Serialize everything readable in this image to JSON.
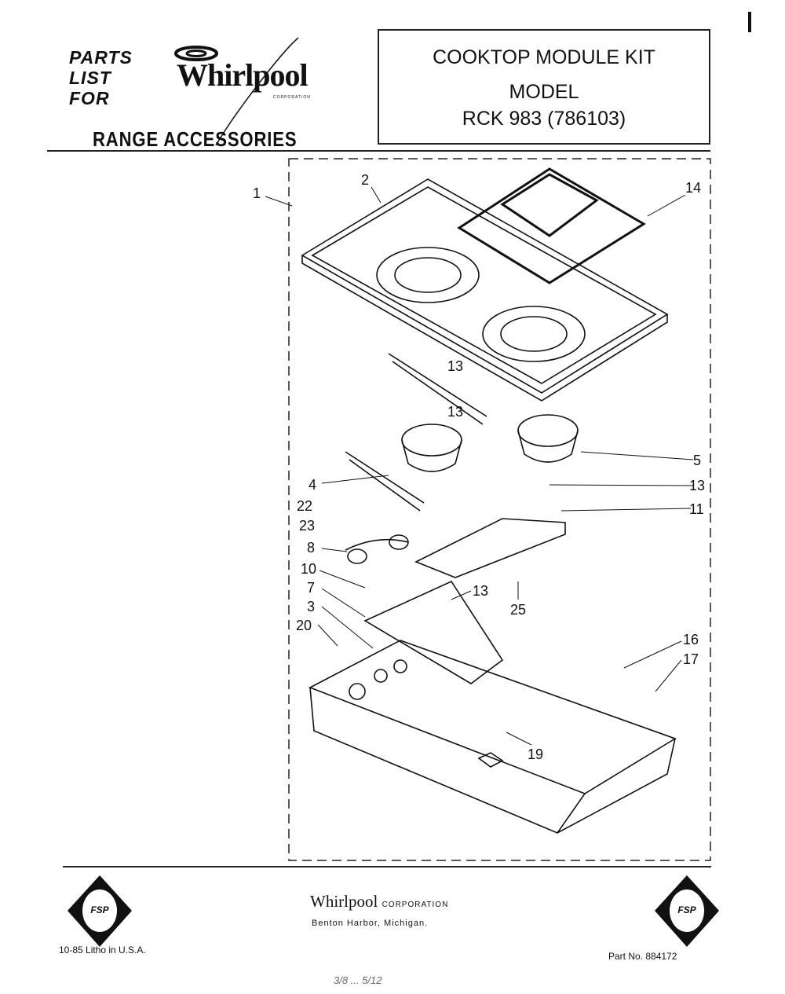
{
  "header": {
    "parts_list_for": [
      "PARTS",
      "LIST",
      "FOR"
    ],
    "brand_logo": "Whirlpool",
    "brand_logo_sub": "CORPORATION",
    "category": "RANGE ACCESSORIES"
  },
  "title_box": {
    "title": "COOKTOP MODULE KIT",
    "model_label": "MODEL",
    "model_number": "RCK 983 (786103)"
  },
  "diagram": {
    "callouts": [
      "1",
      "2",
      "14",
      "13",
      "13",
      "5",
      "4",
      "13",
      "22",
      "11",
      "23",
      "8",
      "10",
      "7",
      "13",
      "25",
      "3",
      "20",
      "16",
      "17",
      "19"
    ]
  },
  "footer": {
    "left_badge": "FSP",
    "right_badge": "FSP",
    "company": "Whirlpool",
    "company_suffix": "CORPORATION",
    "address": "Benton Harbor, Michigan.",
    "print_info": "10-85  Litho in U.S.A.",
    "part_number": "Part No. 884172",
    "handwritten": "3/8 ... 5/12"
  }
}
